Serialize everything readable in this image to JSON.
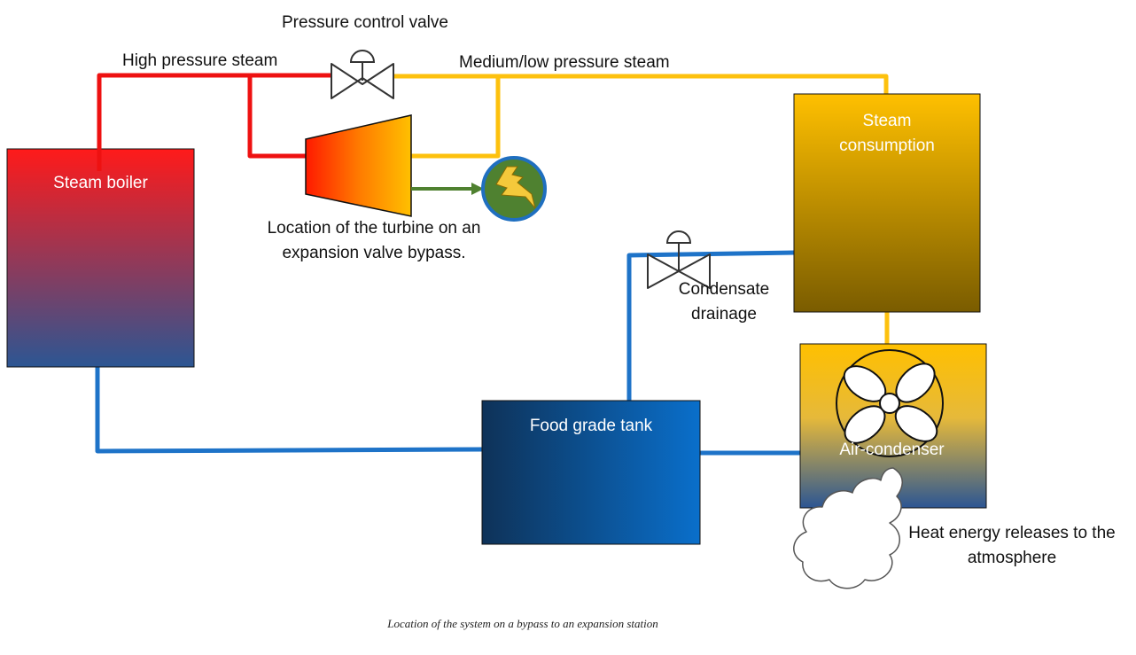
{
  "labels": {
    "pressure_control_valve": "Pressure control valve",
    "high_pressure_steam": "High pressure steam",
    "medium_low_pressure_steam": "Medium/low pressure steam",
    "steam_boiler": "Steam boiler",
    "steam_consumption_line1": "Steam",
    "steam_consumption_line2": "consumption",
    "turbine_location_line1": "Location of the turbine on an",
    "turbine_location_line2": "expansion valve bypass.",
    "condensate_line1": "Condensate",
    "condensate_line2": "drainage",
    "food_grade_tank": "Food grade tank",
    "air_condenser": "Air-condenser",
    "heat_release_line1": "Heat energy releases to the",
    "heat_release_line2": "atmosphere"
  },
  "caption": "Location of the system on a bypass to an expansion station",
  "colors": {
    "high_pressure_pipe": "#ee1111",
    "low_pressure_pipe": "#fdc10e",
    "condensate_pipe": "#1e73c8",
    "power_output": "#4f8130",
    "boiler_top": "#ff1a1a",
    "boiler_bottom": "#2c5693",
    "consumption_top": "#ffc000",
    "consumption_bottom": "#7a5c00",
    "tank_left": "#0e3258",
    "tank_right": "#0a6fcb",
    "generator_fill": "#4f8130",
    "generator_ring": "#1f6fc0",
    "bolt_fill": "#f4c93b"
  },
  "icons": [
    "valve-icon",
    "turbine-icon",
    "generator-icon",
    "lightning-bolt-icon",
    "fan-icon",
    "cloud-icon"
  ]
}
